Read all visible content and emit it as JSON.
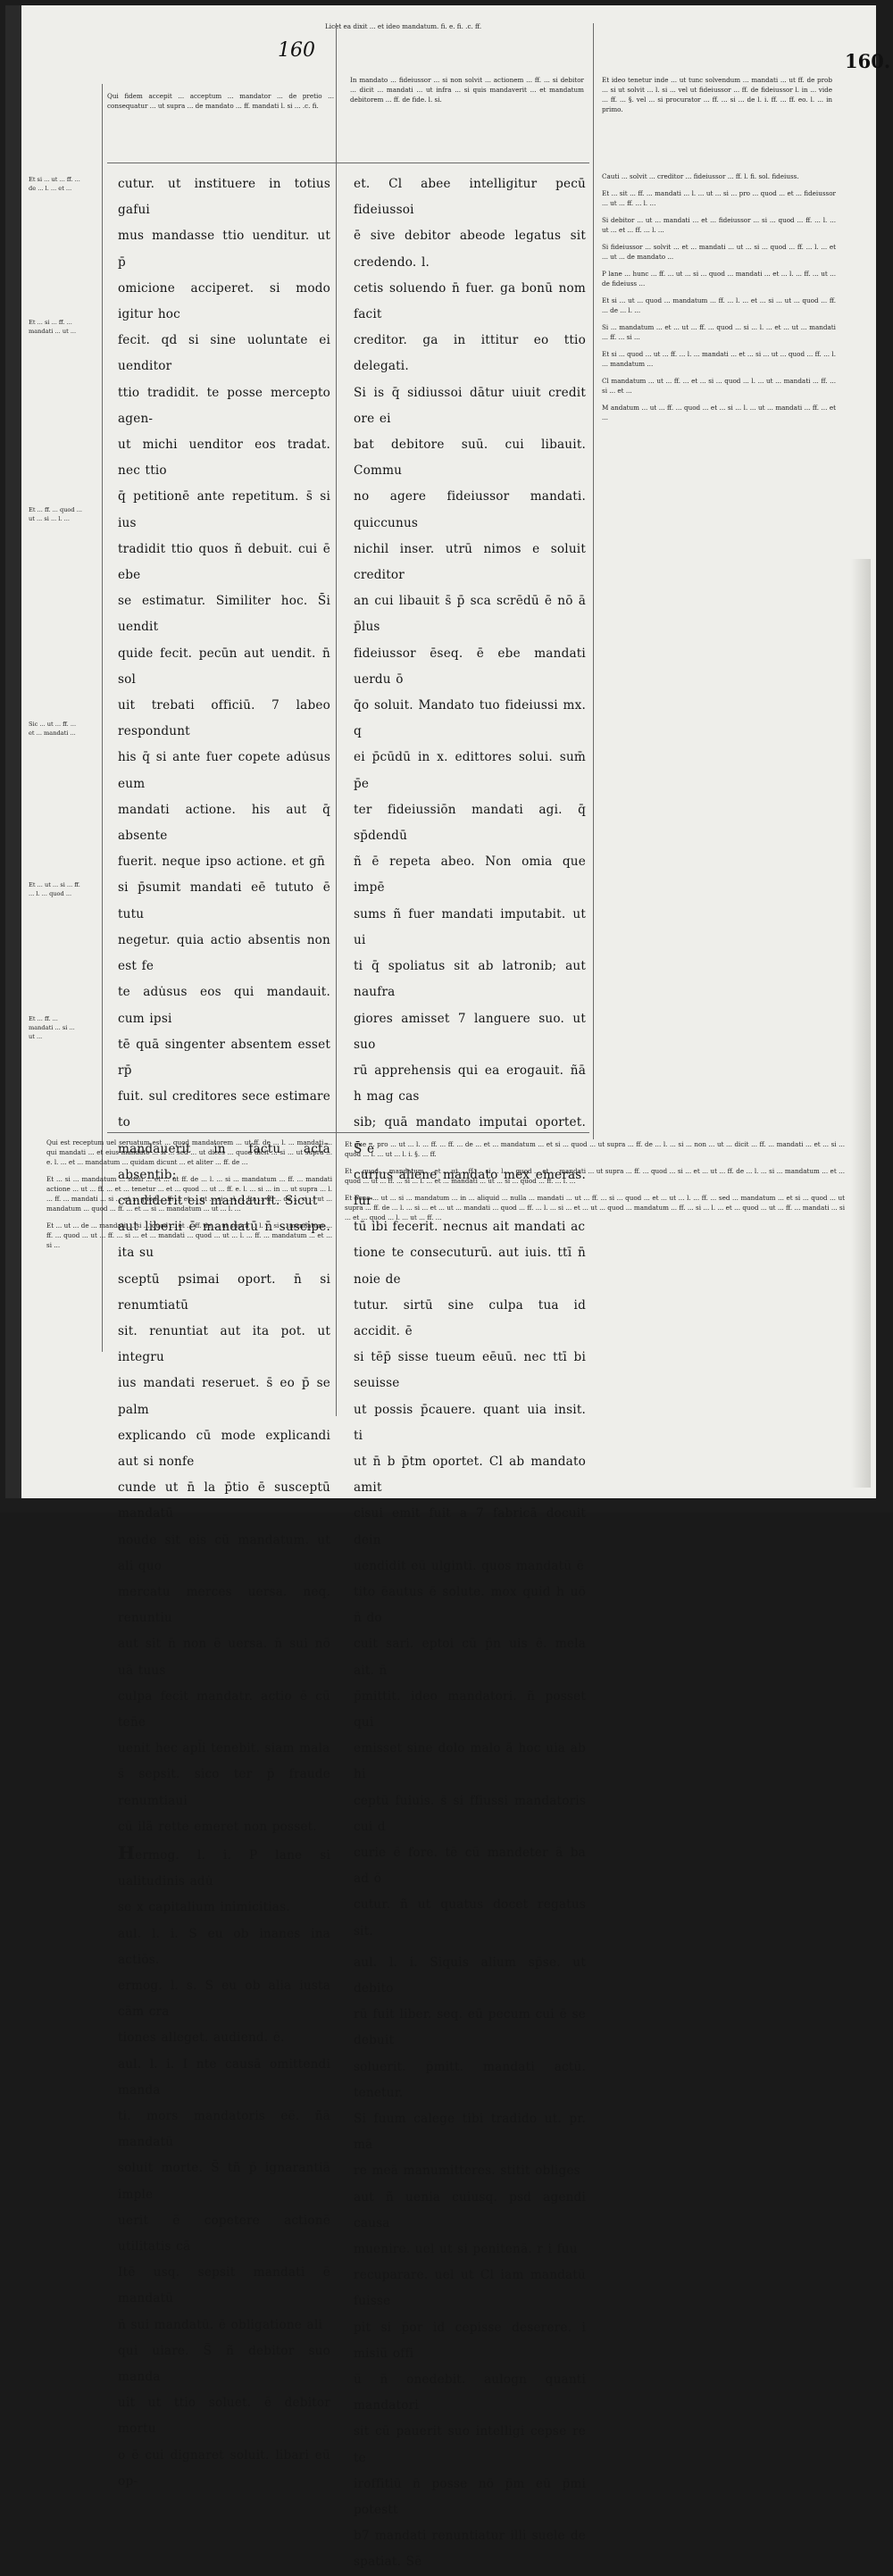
{
  "folio": {
    "left": "160",
    "right": "160."
  },
  "top_gloss": {
    "header_right": "Licet ea dixit ... et ideo mandatum. fi. e. fi. .c. ff.",
    "col_a_head": "Qui fidem accepit ... acceptum ... mandator ... de pretio ... consequatur ... ut supra ... de mandato ... ff. mandati l. si ... .c. fi.",
    "col_b_head": "In mandato ... fideiussor ... si non solvit ... actionem ... ff. ... si debitor ... dicit ... mandati ... ut infra ... si quis mandaverit ... et mandatum debitorem ... ff. de fide. l. si.",
    "col_c_head": "Et ideo tenetur inde ... ut tunc solvendum ... mandati ... ut ff. de prob ... si ut solvit ... l. si ... vel ut fideiussor ... ff. de fideiussor l. in ... vide ... ff. ... §. vel ... si procurator ... ff. ... si ... de l. i. ff. ... ff. eo. l. ... in primo."
  },
  "col_a": {
    "lines": [
      "cutur. ut instituere in totius gafui",
      "mus mandasse ttio uenditur. ut p̄",
      "omicione acciperet. si modo igitur hoc",
      "fecit. qd si sine uoluntate ei uenditor",
      "ttio tradidit. te posse mercepto agen-",
      "ut michi uenditor eos tradat. nec ttio",
      "q̄ petitionē ante repetitum. s̄ si ius",
      "tradidit ttio quos ñ debuit. cui ē ebe",
      "se estimatur. Similiter hoc. S̄i uendit",
      "quide fecit. pecūn aut uendit. n̄ sol",
      "uit trebati officiū. 7 labeo respondunt",
      "his q̄ si ante fuer copete adu̇sus eum",
      "mandati actione. his aut q̄ absente",
      "fuerit. neque ipso actione. et gn̄",
      "si p̄sumit mandati eē tututo ē tutu",
      "negetur. quia actio absentis non est fe",
      "te adu̇sus eos qui mandauit. cum ipsi",
      "tē quā singenter absentem esset rp̄",
      "fuit. sul creditores sece estimare to",
      "mandauerit in factu actā absentib;",
      "candiderit eis mandaurit. Sicut",
      "aut liberii ē mandatū n̄ suscipe. ita su",
      "sceptū psimai oport. n̄ si renumtiatū",
      "sit. renuntiat aut ita pot. ut integru",
      "ius mandati reseruet. s̄ eo p̄ se palm",
      "explicando cū mode explicandi aut si nonfe",
      "cunde ut n̄ la p̄tio ē susceptū mandatū",
      "noude sit eis cū mandatum. ut ali quo",
      "mercatu merces uersa. neq. renuntiu",
      "aut sit n̄ non ē uersa. n̄ sui nō uā tuus",
      "culpa fecit mandatr. actio ē cū ten̄e",
      "uenit hec apl̄i tenebit. siam mala",
      "s̄ sepsit. sico ter p̄ fraude renumtiaui",
      "cū ilā rette emeret non posset."
    ],
    "rubric_hermog": "ermog. l. i. P lane si ualitudinis adu̇",
    "rubric_lines": [
      "se x capitalium inimicitias.",
      "aul. l. i. S eu ob inanes ina actiōs.",
      "ermog. l. s. S eu ob alia iusta cām cra",
      "tiones alleget. audiend. ē."
    ],
    "paul_lines": [
      "aul. l. i. I nte causā omittendi manda",
      "ti. mors mandatoris eē. ñā mandatū",
      "soluit morte. S̄ tñ p̄ ignarantiā imple",
      "uerit ē copetere actionē utilitatis cā",
      "Itē usq. sepsit mandati ē mandatū",
      "n̄ sui mandatū. ē obligatione ali",
      "qui uiare. S̄ ñ debitor suo manda",
      "uit ut ttio soluet. ē debitor mortu",
      "o ē cui dignaret soluit. libari eū op-"
    ]
  },
  "col_b": {
    "lines": [
      "et. Cl abee intelligitur pecū fideiussoi",
      "ē sive debitor abeode legatus sit credendo. l.",
      "cetis soluendo n̄ fuer. ga bonū nom facit",
      "creditor. ga in ittitur eo ttio delegati.",
      "Si is q̄ sidiussoi dātur uiuit credit ore ei",
      "bat debitore suū. cui libauit. Commu",
      "no agere fideiussor mandati. quiccunus",
      "nichil inser. utrū nimos e soluit creditor",
      "an cui libauit s̄ p̄ sca scrēdū ē nō ā p̄lus",
      "fideiussor ēseq. ē ebe mandati uerdu ō",
      "q̄o soluit. Mandato tuo fideiussi mx. q",
      "ei p̄cūdū in x. edittores solui. sum̄ p̄e",
      "ter fideiussiōn mandati agi. q̄ sp̄dendū",
      "ñ ē repeta abeo. Non omia que impē",
      "sums ñ fuer mandati imputabit. ut ui",
      "ti q̄ spoliatus sit ab latronib; aut naufra",
      "giores amisset 7 languere suo. ut suo",
      "rū apprehensis qui ea erogauit. ñā h mag cas",
      "sib; quā mandato imputai oportet. S̄ ē",
      "curius aliene mandato mex emeras. fur",
      "tū ibi fecerit. necnus ait mandati ac",
      "tione te consecuturū. aut iuis. ttī n̄ noie de",
      "tutur. sirtū sine culpa tua id accidit. ē",
      "si tēp̄ sisse tueum eēuū. nec ttī bi seuisse",
      "ut possis p̄cauere. quant uia insit. ti",
      "ut n̄ b p̄tm oportet. Cl ab mandato amit",
      "cisui emit fuit a 7 fabricā docuit dein",
      "uendidit eū ulgintī. quos mandatū ē",
      "tito ēautus ē solute. mox quid h uō n̄ do",
      "cuit sari. eptoi cū p̄n uis ē. mela ait. n̄",
      "p̄mittit. ideo mandatori. ñ posset qui",
      "emisset sine dolo malo ā hoc uia ab hi",
      "ceptū fuiuis. s̄ si ffiussi mandatoris cui d",
      "curie ē fore. tē cū mandeter ā ba ad ō",
      "cutur. ñ ut quatus docet regatus sit."
    ],
    "paul_lines": [
      "aul. l. i. Siquis alium sp̄se. ut debito",
      "rū fuit liber. seq. eū pecum cui ē se debuit",
      "soluerit. p̄mitt. mandati actū. tenetur.",
      "Si fuum calege tibi tradido ut. pr. mā",
      "re meā manumitteres. stitit obliges",
      "aut ñ uenia cuiusq. psd agendi causa",
      "muenire. uel ut si penitenā. r i fuu",
      "recuparare. uel ut Cl iam mandatū fuisse",
      "pit si p̄or id cepisse deserere. i misiū offi",
      "ū n̄ onedebit. aulogn quanti mandatori",
      "sit cū pauerit suo intelligi cepse re te",
      "iroffitiū n̄ posse nō p̄m eū p̄mi potestt",
      "b7 mandati renuntiatur illi suele de spatiat. Sē"
    ]
  },
  "glosses": {
    "col_a_bottom": [
      "Qui est receptum uel seruatum est ... quod mandatorem ... ut ff. de ... l. ... mandati ... qui mandati ... et eius mandato ... si ... sed ... ut dices ... quod dicit ... si ... ut supra ... e. l. ... et ... mandatum ... quidam dicunt ... et aliter ... ff. de ...",
      "Et ... si ... mandatum ... solui ... et ... ut ff. de ... l. ... si ... mandatum ... ff. ... mandati actione ... ut ... ff. ... et ... tenetur ... et ... quod ... ut ... ff. e. l. ... si ... in ... ut supra ... l. ... ff. ... mandati ... si ... et ... quod ... ff. ... et ... ut ... si ... l. ... Ita ... ff. ... de ... si ... ut ... mandatum ... quod ... ff. ... et ... si ... mandatum ... ut ... l. ...",
      "Et ... ut ... de ... mandati ... si ... quod ... et ... ff. de ... ut supra ... l. ... si ... mandatum ... ff. ... quod ... ut ... ff. ... si ... et ... mandati ... quod ... ut ... l. ... ff. ... mandatum ... et ... si ..."
    ],
    "col_bc_bottom": [
      "Et que ... pro ... ut ... l. ... ff. ... ff. ... de ... et ... mandatum ... et si ... quod ... ut supra ... ff. de ... l. ... si ... non ... ut ... dicit ... ff. ... mandati ... et ... si ... quod ... l. ... ut ... l. i. §. ... ff.",
      "Et ... quod ... mandatum ... et ... ut ... ff. ... si ... l. ... quod ... et ... mandati ... ut supra ... ff. ... quod ... si ... et ... ut ... ff. de ... l. ... si ... mandatum ... et ... quod ... ut ... ff. ... si ... l. ... et ... mandati ... ut ... si ... quod ... ff. ... l. ...",
      "Et bona ... ut ... si ... mandatum ... in ... aliquid ... nulla ... mandati ... ut ... ff. ... si ... quod ... et ... ut ... l. ... ff. ... sed ... mandatum ... et si ... quod ... ut supra ... ff. de ... l. ... si ... et ... ut ... mandati ... quod ... ff. ... l. ... si ... et ... ut ... quod ... mandatum ... ff. ... si ... l. ... et ... quod ... ut ... ff. ... mandati ... si ... et ... quod ... l. ... ut ... ff. ..."
    ],
    "col_c_side": [
      "Cauti ... solvit ... creditor ... fideiussor ... ff. l. fi. sol. fideiuss.",
      "Et ... sit ... ff. ... mandati ... l. ... ut ... si ... pro ... quod ... et ... fideiussor ... ut ... ff. ... l. ...",
      "Si debitor ... ut ... mandati ... et ... fideiussor ... si ... quod ... ff. ... l. ... ut ... et ... ff. ... l. ...",
      "Si fideiussor ... solvit ... et ... mandati ... ut ... si ... quod ... ff. ... l. ... et ... ut ... de mandato ...",
      "P lane ... hunc ... ff. ... ut ... si ... quod ... mandati ... et ... l. ... ff. ... ut ... de fideiuss ...",
      "Et si ... ut ... quod ... mandatum ... ff. ... l. ... et ... si ... ut ... quod ... ff. ... de ... l. ...",
      "Si ... mandatum ... et ... ut ... ff. ... quod ... si ... l. ... et ... ut ... mandati ... ff. ... si ...",
      "Et si ... quod ... ut ... ff. ... l. ... mandati ... et ... si ... ut ... quod ... ff. ... l. ... mandatum ...",
      "Cl mandatum ... ut ... ff. ... et ... si ... quod ... l. ... ut ... mandati ... ff. ... si ... et ...",
      "M andatum ... ut ... ff. ... quod ... et ... si ... l. ... ut ... mandati ... ff. ... et ..."
    ],
    "left_margin": [
      "Et si ... ut ... ff. ... de ... l. ... et ...",
      "Et ... si ... ff. ... mandati ... ut ...",
      "Et ... ff. ... quod ... ut ... si ... l. ...",
      "Sic ... ut ... ff. ... et ... mandati ...",
      "Et ... ut ... si ... ff. ... l. ... quod ...",
      "Et ... ff. ... mandati ... si ... ut ..."
    ]
  }
}
